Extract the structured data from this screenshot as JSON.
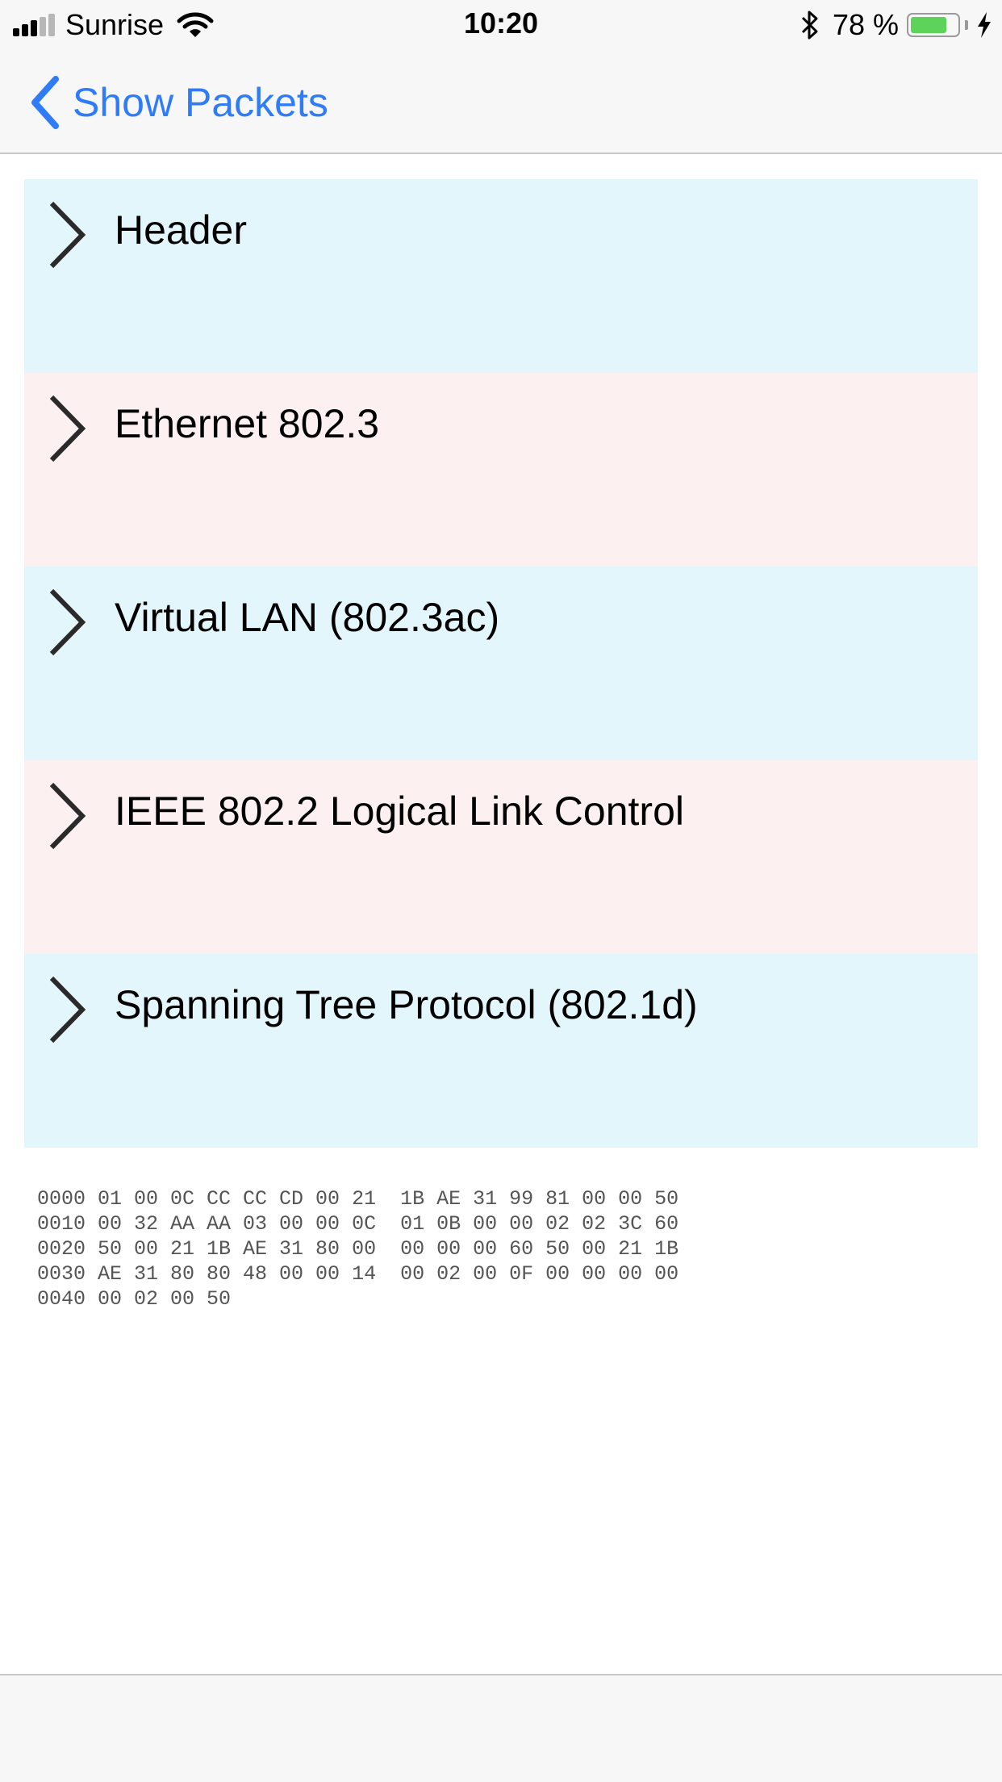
{
  "status_bar": {
    "carrier": "Sunrise",
    "time": "10:20",
    "battery_percent_text": "78 %",
    "battery_level": 0.78,
    "signal_bars_active": 3,
    "signal_bars_total": 5,
    "icons": [
      "signal-icon",
      "wifi-icon",
      "bluetooth-icon",
      "battery-icon",
      "charging-bolt-icon"
    ]
  },
  "nav": {
    "back_label": "Show Packets",
    "back_icon": "chevron-left-icon",
    "accent_color": "#2f7cf6"
  },
  "sections": [
    {
      "title": "Header",
      "color": "#e2f6fc"
    },
    {
      "title": "Ethernet 802.3",
      "color": "#fdf0f0"
    },
    {
      "title": "Virtual LAN (802.3ac)",
      "color": "#e2f6fc"
    },
    {
      "title": "IEEE 802.2 Logical Link Control",
      "color": "#fdf0f0"
    },
    {
      "title": "Spanning Tree Protocol (802.1d)",
      "color": "#e2f6fc"
    }
  ],
  "hex_dump": [
    "0000 01 00 0C CC CC CD 00 21  1B AE 31 99 81 00 00 50",
    "0010 00 32 AA AA 03 00 00 0C  01 0B 00 00 02 02 3C 60",
    "0020 50 00 21 1B AE 31 80 00  00 00 00 60 50 00 21 1B",
    "0030 AE 31 80 80 48 00 00 14  00 02 00 0F 00 00 00 00",
    "0040 00 02 00 50"
  ]
}
